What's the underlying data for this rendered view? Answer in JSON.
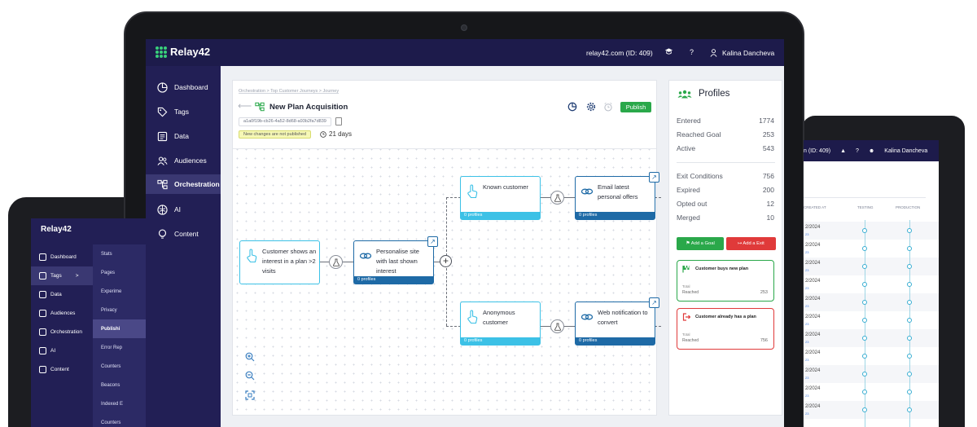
{
  "main": {
    "logo": "Relay42",
    "account": "relay42.com (ID: 409)",
    "help": "?",
    "user": "Kalina Dancheva",
    "nav": [
      "Dashboard",
      "Tags",
      "Data",
      "Audiences",
      "Orchestration",
      "AI",
      "Content"
    ],
    "breadcrumb": "Orchestration  >  Top Customer Journeys  >  Journey",
    "journey_title": "New Plan Acquisition",
    "journey_id": "a1a0f19b-cb26-4a52-8d68-a93b2fa7d839",
    "unpublished_badge": "New changes are not published",
    "duration": "21 days",
    "publish_label": "Publish",
    "nodes": {
      "trigger": "Customer shows an interest in a plan >2 visits",
      "personalise": "Personalise site with last shown interest",
      "personalise_count": "0 profiles",
      "known": "Known customer",
      "known_count": "0 profiles",
      "email": "Email latest personal offers",
      "email_count": "0 profiles",
      "anonymous": "Anonymous customer",
      "anonymous_count": "0 profiles",
      "webnotif": "Web notification to convert",
      "webnotif_count": "0 profiles"
    },
    "profiles": {
      "title": "Profiles",
      "stats": [
        {
          "label": "Entered",
          "value": "1774"
        },
        {
          "label": "Reached Goal",
          "value": "253"
        },
        {
          "label": "Active",
          "value": "543"
        }
      ],
      "exits": [
        {
          "label": "Exit Conditions",
          "value": "756"
        },
        {
          "label": "Expired",
          "value": "200"
        },
        {
          "label": "Opted out",
          "value": "12"
        },
        {
          "label": "Merged",
          "value": "10"
        }
      ],
      "add_goal": "Add a Goal",
      "add_exit": "Add a Exit",
      "goal": {
        "title": "Customer buys new plan",
        "label1": "Total",
        "label2": "Reached",
        "value": "253"
      },
      "exit": {
        "title": "Customer already has a plan",
        "label1": "Total",
        "label2": "Reached",
        "value": "756"
      }
    }
  },
  "left_device": {
    "logo": "Relay42",
    "nav": [
      "Dashboard",
      "Tags",
      "Data",
      "Audiences",
      "Orchestration",
      "AI",
      "Content"
    ],
    "tags_chevron": ">",
    "subnav": [
      "Stats",
      "Pages",
      "Experime",
      "Privacy",
      "Publishi",
      "Error Rep",
      "Counters",
      "Beacons",
      "Indexed E",
      "Counters"
    ]
  },
  "right_device": {
    "account": "n (ID: 409)",
    "help": "?",
    "user": "Kalina Dancheva",
    "headers": [
      "CREATED AT",
      "TESTING",
      "PRODUCTION"
    ],
    "dates": [
      "2/2024",
      "2/2024",
      "2/2024",
      "2/2024",
      "2/2024",
      "2/2024",
      "2/2024",
      "2/2024",
      "2/2024",
      "2/2024",
      "2/2024"
    ],
    "sub": "23"
  },
  "colors": {
    "navy": "#1d1b4b",
    "sidebar": "#221f55",
    "accent_green": "#39d07b",
    "node_light": "#3cc1e6",
    "node_dark": "#1e6aa6",
    "publish": "#2aa84a",
    "exit_red": "#e03a3a"
  }
}
